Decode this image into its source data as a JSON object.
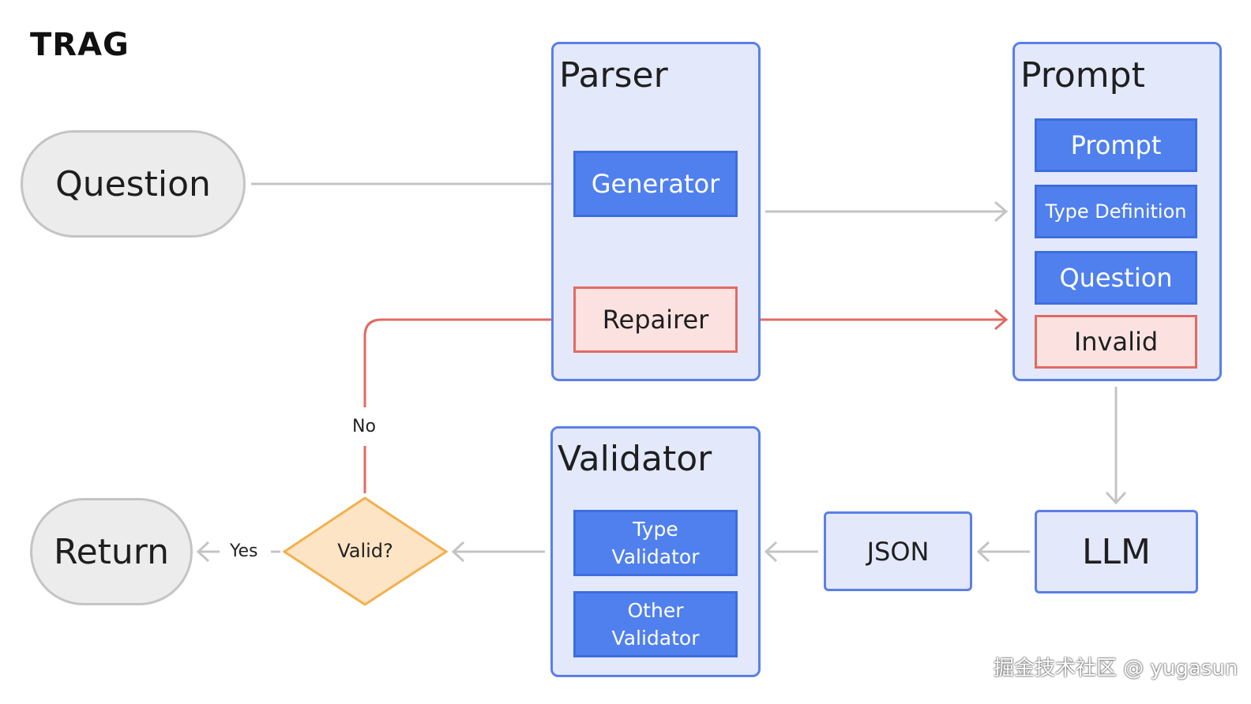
{
  "title": "TRAG",
  "nodes": {
    "question": "Question",
    "return": "Return",
    "valid": "Valid?",
    "json": "JSON",
    "llm": "LLM"
  },
  "parser": {
    "title": "Parser",
    "generator": "Generator",
    "repairer": "Repairer"
  },
  "prompt": {
    "title": "Prompt",
    "items": [
      "Prompt",
      "Type Definition",
      "Question",
      "Invalid"
    ]
  },
  "validator": {
    "title": "Validator",
    "type_validator": "Type\nValidator",
    "other_validator": "Other\nValidator"
  },
  "edge_labels": {
    "no": "No",
    "yes": "Yes"
  },
  "colors": {
    "blue_fill": "#5080ee",
    "group_fill": "#e3e9fb",
    "error_red": "#e26a62",
    "decision_fill": "#fde4c4",
    "decision_stroke": "#f2b04f"
  },
  "watermark": "掘金技术社区 @ yugasun"
}
